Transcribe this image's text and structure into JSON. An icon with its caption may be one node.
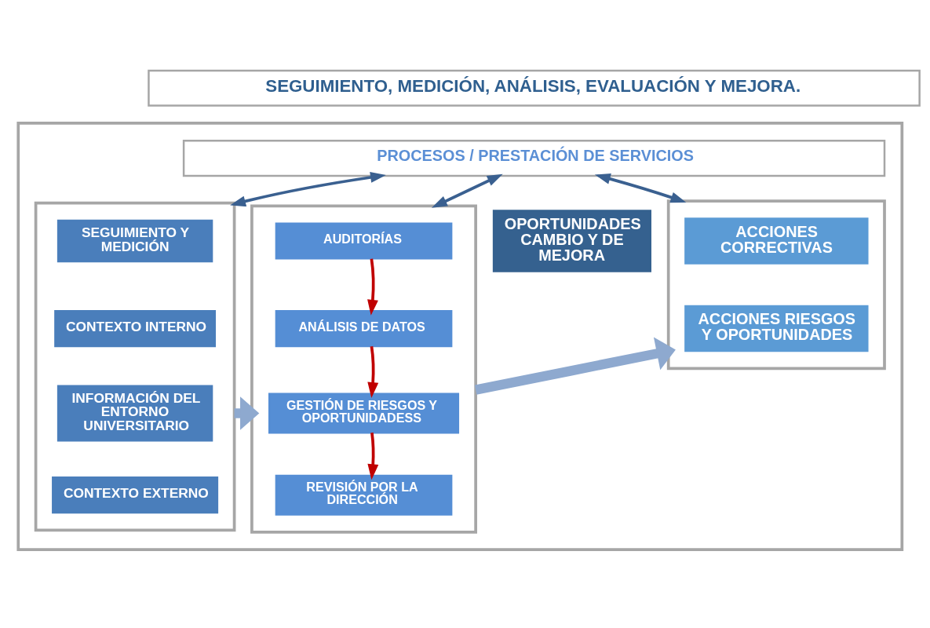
{
  "diagram": {
    "nodes": [
      {
        "text": [
          "SEGUIMIENTO, MEDICIÓN, ANÁLISIS, EVALUACIÓN Y MEJORA."
        ]
      },
      {
        "text": [],
        "shape": "box"
      },
      {
        "text": [
          "PROCESOS / PRESTACIÓN DE SERVICIOS"
        ],
        "in": 1
      },
      {
        "text": [],
        "shape": "box",
        "in": 1
      },
      {
        "text": [
          "SEGUIMIENTO Y MEDICIÓN"
        ],
        "in": 3
      },
      {
        "text": [
          "CONTEXTO INTERNO"
        ],
        "in": 3
      },
      {
        "text": [
          "INFORMACIÓN DEL ENTORNO UNIVERSITARIO"
        ],
        "in": 3
      },
      {
        "text": [
          "CONTEXTO EXTERNO"
        ],
        "in": 3
      },
      {
        "text": [],
        "shape": "box",
        "in": 1
      },
      {
        "text": [
          "AUDITORÍAS"
        ],
        "in": 8
      },
      {
        "text": [
          "ANÁLISIS DE DATOS"
        ],
        "in": 8
      },
      {
        "text": [
          "GESTIÓN DE RIESGOS Y OPORTUNIDADESS"
        ],
        "in": 8
      },
      {
        "text": [
          "REVISIÓN POR LA DIRECCIÓN"
        ],
        "in": 8
      },
      {
        "text": [
          "OPORTUNIDADES CAMBIO Y DE MEJORA"
        ],
        "in": 1
      },
      {
        "text": [],
        "shape": "box",
        "in": 1
      },
      {
        "text": [
          "ACCIONES CORRECTIVAS"
        ],
        "in": 14
      },
      {
        "text": [
          "ACCIONES RIESGOS Y OPORTUNIDADES"
        ],
        "in": 14
      }
    ],
    "edges": [
      {
        "from": 2,
        "to": 3,
        "arrow": "both"
      },
      {
        "from": 2,
        "to": 8,
        "arrow": "both"
      },
      {
        "from": 2,
        "to": 14,
        "arrow": "both"
      },
      {
        "from": 3,
        "to": 8,
        "arrow": "to",
        "style": "thick",
        "color": "#8ea9cf"
      },
      {
        "from": 8,
        "to": 14,
        "arrow": "to",
        "style": "thick",
        "color": "#8ea9cf"
      },
      {
        "from": 9,
        "to": 10,
        "arrow": "to",
        "color": "#c00000"
      },
      {
        "from": 10,
        "to": 11,
        "arrow": "to",
        "color": "#c00000"
      },
      {
        "from": 11,
        "to": 12,
        "arrow": "to",
        "color": "#c00000"
      }
    ]
  }
}
